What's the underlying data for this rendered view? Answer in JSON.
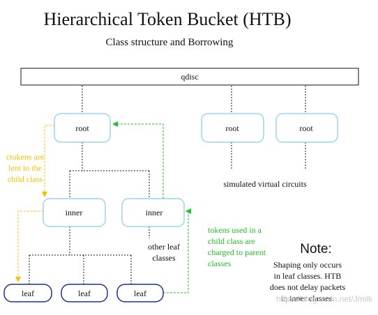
{
  "title": "Hierarchical Token Bucket (HTB)",
  "subtitle": "Class structure and Borrowing",
  "nodes": {
    "qdisc": "qdisc",
    "root_main": "root",
    "root_vc1": "root",
    "root_vc2": "root",
    "inner_left": "inner",
    "inner_right": "inner",
    "leaf_1": "leaf",
    "leaf_2": "leaf",
    "leaf_3": "leaf"
  },
  "labels": {
    "simulated": "simulated virtual circuits",
    "other_leaf": [
      "other leaf",
      "classes"
    ]
  },
  "annotations": {
    "ctokens": [
      "ctokens are",
      "lent to the",
      "child class"
    ],
    "tokens": [
      "tokens used in a",
      "child class are",
      "charged to parent",
      "classes"
    ]
  },
  "note": {
    "heading": "Note:",
    "lines": [
      "Shaping only occurs",
      "in leaf classes. HTB",
      "does not delay packets",
      "in inner classes."
    ]
  },
  "watermark": "https://blog.csdn.net/Jmilk",
  "colors": {
    "node_border": "#9ed3ef",
    "leaf_border": "#1f2f8f",
    "yellow": "#f5c000",
    "green": "#22c02a",
    "line": "#111111"
  }
}
